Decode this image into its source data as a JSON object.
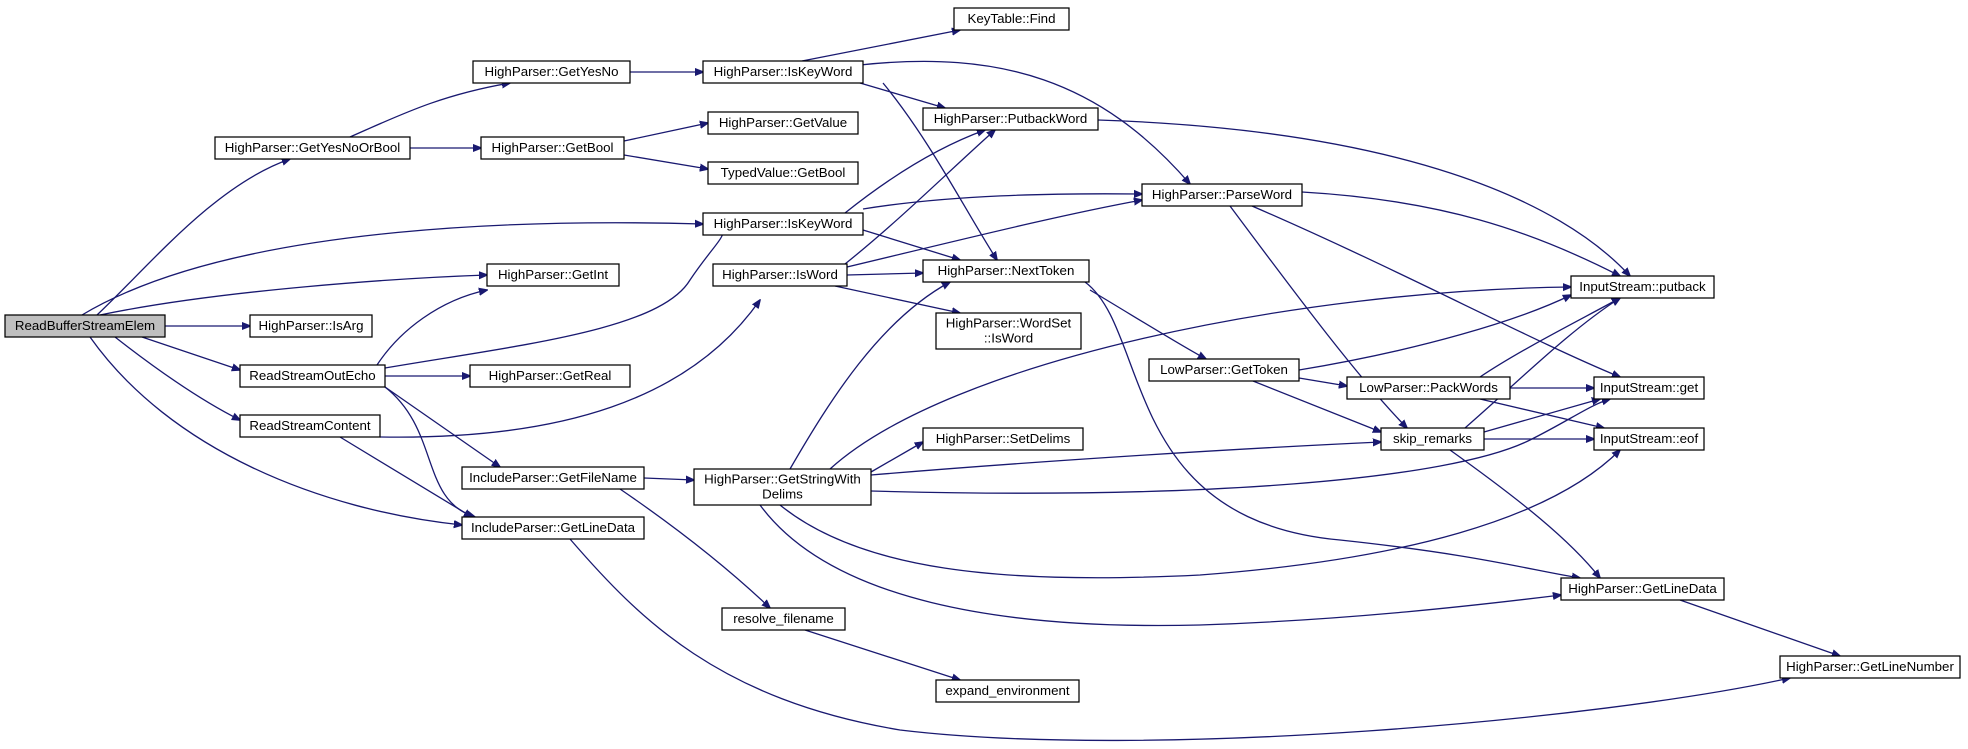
{
  "graph": {
    "edge_color": "#191970",
    "root_fill": "#bfbfbf",
    "node_fill": "#ffffff",
    "nodes": [
      {
        "id": "n0",
        "lines": [
          "ReadBufferStreamElem"
        ],
        "root": true
      },
      {
        "id": "n1",
        "lines": [
          "HighParser::GetYesNoOrBool"
        ]
      },
      {
        "id": "n2",
        "lines": [
          "HighParser::IsKeyWord"
        ]
      },
      {
        "id": "n3",
        "lines": [
          "HighParser::GetInt"
        ]
      },
      {
        "id": "n4",
        "lines": [
          "HighParser::IsArg"
        ]
      },
      {
        "id": "n5",
        "lines": [
          "ReadStreamOutEcho"
        ]
      },
      {
        "id": "n6",
        "lines": [
          "ReadStreamContent"
        ]
      },
      {
        "id": "n7",
        "lines": [
          "IncludeParser::GetLineData"
        ]
      },
      {
        "id": "n8",
        "lines": [
          "HighParser::GetYesNo"
        ]
      },
      {
        "id": "n9",
        "lines": [
          "HighParser::GetBool"
        ]
      },
      {
        "id": "n10",
        "lines": [
          "HighParser::IsKeyWord"
        ]
      },
      {
        "id": "n11",
        "lines": [
          "KeyTable::Find"
        ]
      },
      {
        "id": "n12",
        "lines": [
          "HighParser::PutbackWord"
        ]
      },
      {
        "id": "n13",
        "lines": [
          "HighParser::GetValue"
        ]
      },
      {
        "id": "n14",
        "lines": [
          "TypedValue::GetBool"
        ]
      },
      {
        "id": "n15",
        "lines": [
          "HighParser::ParseWord"
        ]
      },
      {
        "id": "n16",
        "lines": [
          "HighParser::IsWord"
        ]
      },
      {
        "id": "n17",
        "lines": [
          "HighParser::NextToken"
        ]
      },
      {
        "id": "n18",
        "lines": [
          "HighParser::WordSet",
          "::IsWord"
        ]
      },
      {
        "id": "n19",
        "lines": [
          "HighParser::GetReal"
        ]
      },
      {
        "id": "n20",
        "lines": [
          "IncludeParser::GetFileName"
        ]
      },
      {
        "id": "n21",
        "lines": [
          "HighParser::GetStringWith",
          "Delims"
        ]
      },
      {
        "id": "n22",
        "lines": [
          "HighParser::SetDelims"
        ]
      },
      {
        "id": "n23",
        "lines": [
          "resolve_filename"
        ]
      },
      {
        "id": "n24",
        "lines": [
          "expand_environment"
        ]
      },
      {
        "id": "n25",
        "lines": [
          "LowParser::GetToken"
        ]
      },
      {
        "id": "n26",
        "lines": [
          "LowParser::PackWords"
        ]
      },
      {
        "id": "n27",
        "lines": [
          "skip_remarks"
        ]
      },
      {
        "id": "n28",
        "lines": [
          "InputStream::putback"
        ]
      },
      {
        "id": "n29",
        "lines": [
          "InputStream::get"
        ]
      },
      {
        "id": "n30",
        "lines": [
          "InputStream::eof"
        ]
      },
      {
        "id": "n31",
        "lines": [
          "HighParser::GetLineData"
        ]
      },
      {
        "id": "n32",
        "lines": [
          "HighParser::GetLineNumber"
        ]
      }
    ]
  }
}
